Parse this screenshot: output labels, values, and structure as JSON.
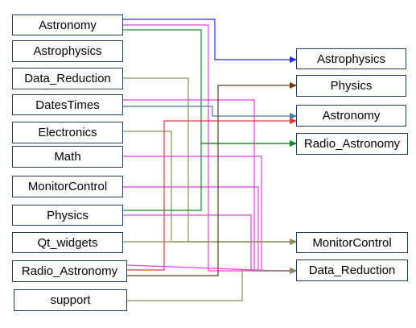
{
  "colors": {
    "blue": "#2b2bd6",
    "green": "#128a2a",
    "olive": "#8f8c5a",
    "magenta": "#e040e0",
    "brown": "#6b3a10",
    "red": "#e03a3a",
    "slate": "#4a78a8",
    "node_border": "#1f3e64"
  },
  "modules": [
    {
      "id": "astronomy",
      "label": "Astronomy"
    },
    {
      "id": "astrophysics",
      "label": "Astrophysics"
    },
    {
      "id": "data_reduction",
      "label": "Data_Reduction"
    },
    {
      "id": "datestimes",
      "label": "DatesTimes"
    },
    {
      "id": "electronics",
      "label": "Electronics"
    },
    {
      "id": "math",
      "label": "Math"
    },
    {
      "id": "monitorcontrol",
      "label": "MonitorControl"
    },
    {
      "id": "physics",
      "label": "Physics"
    },
    {
      "id": "qt_widgets",
      "label": "Qt_widgets"
    },
    {
      "id": "radio_astronomy",
      "label": "Radio_Astronomy"
    },
    {
      "id": "support",
      "label": "support"
    }
  ],
  "targets": [
    {
      "id": "astrophysics",
      "label": "Astrophysics"
    },
    {
      "id": "physics",
      "label": "Physics"
    },
    {
      "id": "astronomy",
      "label": "Astronomy"
    },
    {
      "id": "radio_astronomy",
      "label": "Radio_Astronomy"
    },
    {
      "id": "monitorcontrol",
      "label": "MonitorControl"
    },
    {
      "id": "data_reduction",
      "label": "Data_Reduction"
    }
  ],
  "edges": [
    {
      "from": "astronomy",
      "to": "astrophysics",
      "color": "blue"
    },
    {
      "from": "astronomy",
      "to": "data_reduction",
      "color": "magenta"
    },
    {
      "from": "astronomy",
      "to": "radio_astronomy",
      "color": "green"
    },
    {
      "from": "data_reduction",
      "to": "monitorcontrol",
      "color": "olive"
    },
    {
      "from": "datestimes",
      "to": "astronomy",
      "color": "slate"
    },
    {
      "from": "datestimes",
      "to": "data_reduction",
      "color": "magenta"
    },
    {
      "from": "electronics",
      "to": "monitorcontrol",
      "color": "olive"
    },
    {
      "from": "math",
      "to": "data_reduction",
      "color": "magenta"
    },
    {
      "from": "monitorcontrol",
      "to": "data_reduction",
      "color": "magenta"
    },
    {
      "from": "physics",
      "to": "radio_astronomy",
      "color": "green"
    },
    {
      "from": "physics",
      "to": "data_reduction",
      "color": "magenta"
    },
    {
      "from": "qt_widgets",
      "to": "monitorcontrol",
      "color": "olive"
    },
    {
      "from": "radio_astronomy",
      "to": "physics",
      "color": "brown"
    },
    {
      "from": "radio_astronomy",
      "to": "astronomy",
      "color": "red"
    },
    {
      "from": "radio_astronomy",
      "to": "data_reduction",
      "color": "magenta"
    },
    {
      "from": "support",
      "to": "data_reduction",
      "color": "olive"
    }
  ]
}
